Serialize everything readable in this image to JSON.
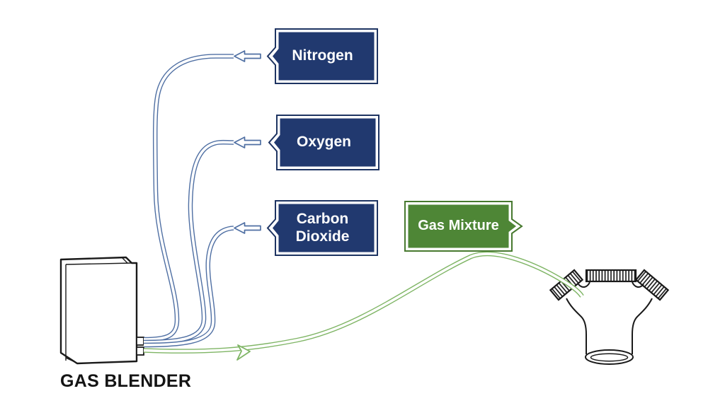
{
  "device": {
    "title": "GAS BLENDER"
  },
  "sources": [
    {
      "id": "nitrogen",
      "label": "Nitrogen"
    },
    {
      "id": "oxygen",
      "label": "Oxygen"
    },
    {
      "id": "carbon_dioxide",
      "label": "Carbon Dioxide"
    }
  ],
  "output": {
    "label": "Gas Mixture"
  },
  "colors": {
    "background": "#ffffff",
    "box_blue": "#21396f",
    "box_blue_stroke": "#1e3462",
    "box_green": "#4e8636",
    "box_green_stroke": "#47792f",
    "tube_blue": "#4f6fa3",
    "tube_green": "#7fb565",
    "device_outline": "#1a1a1a",
    "label_text": "#ffffff",
    "title_text": "#141414"
  }
}
